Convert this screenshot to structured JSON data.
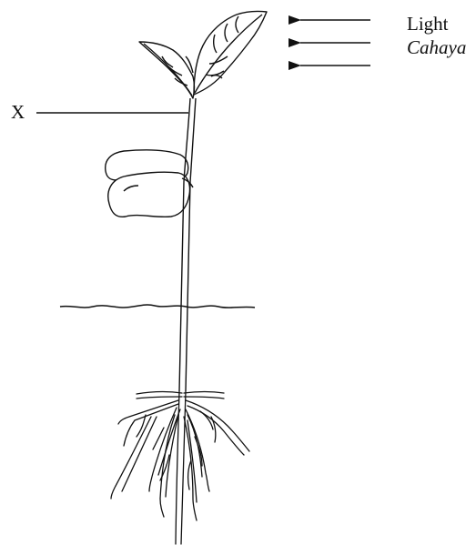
{
  "labels": {
    "light": "Light",
    "light_translation": "Cahaya",
    "part_marker": "X"
  },
  "arrows": {
    "count": 3,
    "direction": "left"
  },
  "colors": {
    "ink": "#111111",
    "background": "#ffffff"
  }
}
